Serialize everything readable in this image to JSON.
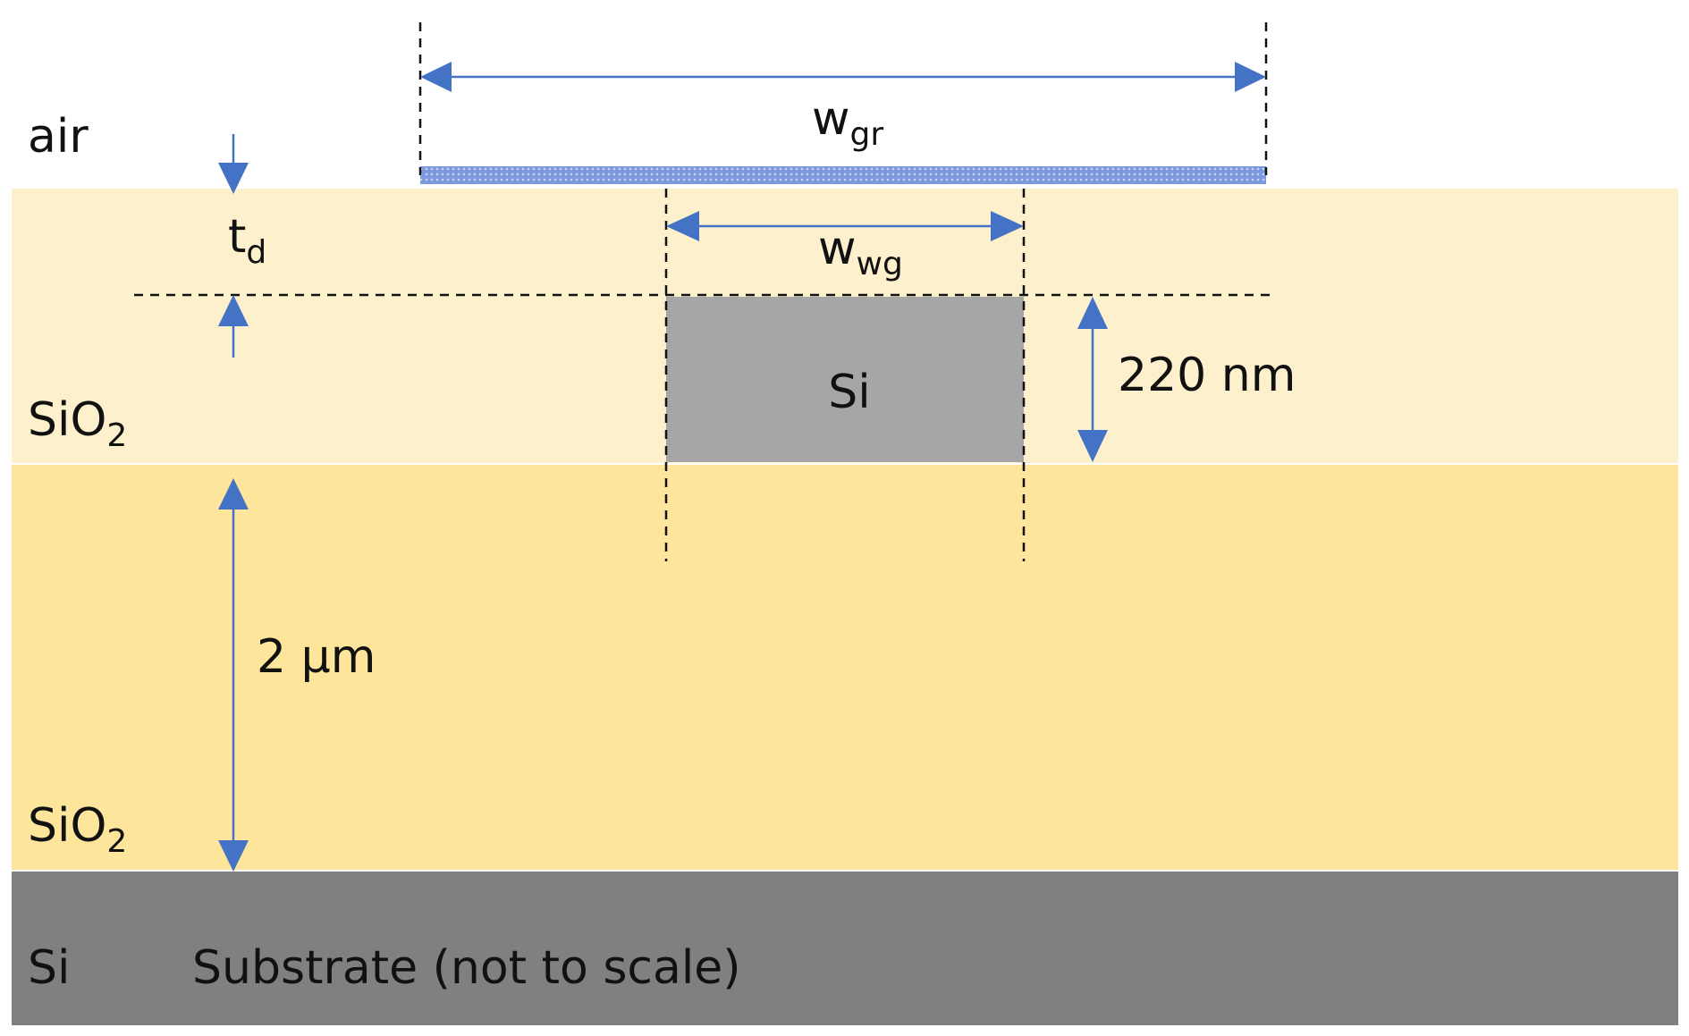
{
  "labels": {
    "air": "air",
    "td_main": "t",
    "td_sub": "d",
    "wgr_main": "w",
    "wgr_sub": "gr",
    "wwg_main": "w",
    "wwg_sub": "wg",
    "si_core": "Si",
    "height_220": "220 nm",
    "thickness_2um": "2 μm",
    "sio2_main": "SiO",
    "sio2_sub": "2",
    "si_substrate": "Si",
    "substrate_note": "Substrate (not to scale)"
  },
  "colors": {
    "cladding_top": "#fdf0cc",
    "box_oxide": "#fde59c",
    "si_core": "#a6a6a6",
    "substrate": "#808080",
    "arrow": "#4472c4",
    "graphene": "#6f8fd6",
    "dash": "#111111"
  }
}
